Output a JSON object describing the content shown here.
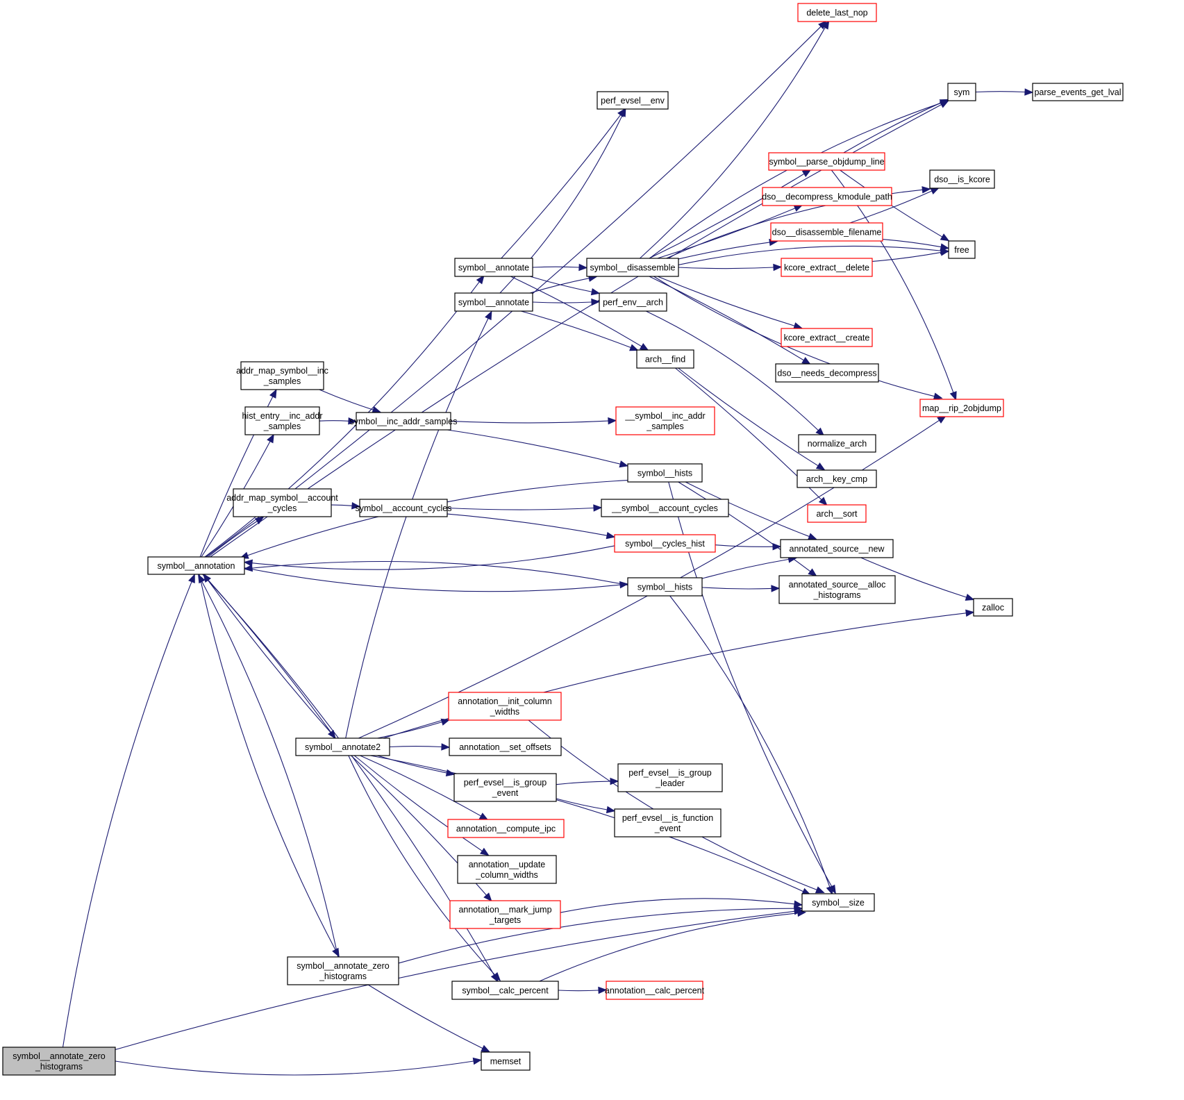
{
  "title": "Call graph: symbol__annotate_zero_histograms",
  "colors": {
    "edge": "#191970",
    "normal_border": "#000000",
    "undocumented_border": "#ff0000",
    "root_fill": "#bfbfbf"
  },
  "nodes": [
    {
      "id": "root",
      "lines": [
        "symbol__annotate_zero",
        "_histograms"
      ],
      "style": "root"
    },
    {
      "id": "symbol__annotation",
      "lines": [
        "symbol__annotation"
      ],
      "style": "normal"
    },
    {
      "id": "memset",
      "lines": [
        "memset"
      ],
      "style": "normal"
    },
    {
      "id": "symbol__size",
      "lines": [
        "symbol__size"
      ],
      "style": "normal"
    },
    {
      "id": "delete_last_nop",
      "lines": [
        "delete_last_nop"
      ],
      "style": "red"
    },
    {
      "id": "sym",
      "lines": [
        "sym"
      ],
      "style": "normal"
    },
    {
      "id": "parse_events_get_lval",
      "lines": [
        "parse_events_get_lval"
      ],
      "style": "normal"
    },
    {
      "id": "perf_evsel__env",
      "lines": [
        "perf_evsel__env"
      ],
      "style": "normal"
    },
    {
      "id": "symbol__parse_objdump_line",
      "lines": [
        "symbol__parse_objdump_line"
      ],
      "style": "red"
    },
    {
      "id": "dso__is_kcore",
      "lines": [
        "dso__is_kcore"
      ],
      "style": "normal"
    },
    {
      "id": "dso__decompress_kmodule_path",
      "lines": [
        "dso__decompress_kmodule_path"
      ],
      "style": "red"
    },
    {
      "id": "dso__disassemble_filename",
      "lines": [
        "dso__disassemble_filename"
      ],
      "style": "red"
    },
    {
      "id": "free",
      "lines": [
        "free"
      ],
      "style": "normal"
    },
    {
      "id": "symbol__annotate_a",
      "lines": [
        "symbol__annotate"
      ],
      "style": "normal"
    },
    {
      "id": "symbol__disassemble",
      "lines": [
        "symbol__disassemble"
      ],
      "style": "normal"
    },
    {
      "id": "kcore_extract__delete",
      "lines": [
        "kcore_extract__delete"
      ],
      "style": "red"
    },
    {
      "id": "symbol__annotate_b",
      "lines": [
        "symbol__annotate"
      ],
      "style": "normal"
    },
    {
      "id": "perf_env__arch",
      "lines": [
        "perf_env__arch"
      ],
      "style": "normal"
    },
    {
      "id": "kcore_extract__create",
      "lines": [
        "kcore_extract__create"
      ],
      "style": "red"
    },
    {
      "id": "arch__find",
      "lines": [
        "arch__find"
      ],
      "style": "normal"
    },
    {
      "id": "dso__needs_decompress",
      "lines": [
        "dso__needs_decompress"
      ],
      "style": "normal"
    },
    {
      "id": "addr_map_symbol__inc_samples",
      "lines": [
        "addr_map_symbol__inc",
        "_samples"
      ],
      "style": "normal"
    },
    {
      "id": "map__rip_2objdump",
      "lines": [
        "map__rip_2objdump"
      ],
      "style": "red"
    },
    {
      "id": "hist_entry__inc_addr_samples",
      "lines": [
        "hist_entry__inc_addr",
        "_samples"
      ],
      "style": "normal"
    },
    {
      "id": "symbol__inc_addr_samples",
      "lines": [
        "symbol__inc_addr_samples"
      ],
      "style": "normal"
    },
    {
      "id": "__symbol__inc_addr_samples",
      "lines": [
        "__symbol__inc_addr",
        "_samples"
      ],
      "style": "red"
    },
    {
      "id": "normalize_arch",
      "lines": [
        "normalize_arch"
      ],
      "style": "normal"
    },
    {
      "id": "symbol__hists_a",
      "lines": [
        "symbol__hists"
      ],
      "style": "normal"
    },
    {
      "id": "arch__key_cmp",
      "lines": [
        "arch__key_cmp"
      ],
      "style": "normal"
    },
    {
      "id": "addr_map_symbol__account_cycles",
      "lines": [
        "addr_map_symbol__account",
        "_cycles"
      ],
      "style": "normal"
    },
    {
      "id": "symbol__account_cycles",
      "lines": [
        "symbol__account_cycles"
      ],
      "style": "normal"
    },
    {
      "id": "__symbol__account_cycles",
      "lines": [
        "__symbol__account_cycles"
      ],
      "style": "normal"
    },
    {
      "id": "arch__sort",
      "lines": [
        "arch__sort"
      ],
      "style": "red"
    },
    {
      "id": "symbol__cycles_hist",
      "lines": [
        "symbol__cycles_hist"
      ],
      "style": "red"
    },
    {
      "id": "annotated_source__new",
      "lines": [
        "annotated_source__new"
      ],
      "style": "normal"
    },
    {
      "id": "symbol__hists_b",
      "lines": [
        "symbol__hists"
      ],
      "style": "normal"
    },
    {
      "id": "annotated_source__alloc_histograms",
      "lines": [
        "annotated_source__alloc",
        "_histograms"
      ],
      "style": "normal"
    },
    {
      "id": "zalloc",
      "lines": [
        "zalloc"
      ],
      "style": "normal"
    },
    {
      "id": "annotation__init_column_widths",
      "lines": [
        "annotation__init_column",
        "_widths"
      ],
      "style": "red"
    },
    {
      "id": "symbol__annotate2",
      "lines": [
        "symbol__annotate2"
      ],
      "style": "normal"
    },
    {
      "id": "annotation__set_offsets",
      "lines": [
        "annotation__set_offsets"
      ],
      "style": "normal"
    },
    {
      "id": "perf_evsel__is_group_event",
      "lines": [
        "perf_evsel__is_group",
        "_event"
      ],
      "style": "normal"
    },
    {
      "id": "perf_evsel__is_group_leader",
      "lines": [
        "perf_evsel__is_group",
        "_leader"
      ],
      "style": "normal"
    },
    {
      "id": "perf_evsel__is_function_event",
      "lines": [
        "perf_evsel__is_function",
        "_event"
      ],
      "style": "normal"
    },
    {
      "id": "annotation__compute_ipc",
      "lines": [
        "annotation__compute_ipc"
      ],
      "style": "red"
    },
    {
      "id": "annotation__update_column_widths",
      "lines": [
        "annotation__update",
        "_column_widths"
      ],
      "style": "normal"
    },
    {
      "id": "annotation__mark_jump_targets",
      "lines": [
        "annotation__mark_jump",
        "_targets"
      ],
      "style": "red"
    },
    {
      "id": "symbol__annotate_zero_histograms",
      "lines": [
        "symbol__annotate_zero",
        "_histograms"
      ],
      "style": "normal"
    },
    {
      "id": "symbol__calc_percent",
      "lines": [
        "symbol__calc_percent"
      ],
      "style": "normal"
    },
    {
      "id": "annotation__calc_percent",
      "lines": [
        "annotation__calc_percent"
      ],
      "style": "red"
    }
  ],
  "edges": [
    [
      "root",
      "symbol__annotation"
    ],
    [
      "root",
      "memset"
    ],
    [
      "root",
      "symbol__size"
    ],
    [
      "symbol__annotation",
      "delete_last_nop"
    ],
    [
      "symbol__annotation",
      "sym"
    ],
    [
      "symbol__annotation",
      "symbol__annotate_a"
    ],
    [
      "symbol__annotation",
      "addr_map_symbol__inc_samples"
    ],
    [
      "symbol__annotation",
      "hist_entry__inc_addr_samples"
    ],
    [
      "symbol__annotation",
      "addr_map_symbol__account_cycles"
    ],
    [
      "symbol__annotation",
      "symbol__hists_b"
    ],
    [
      "symbol__annotation",
      "symbol__annotate2"
    ],
    [
      "symbol__annotation",
      "symbol__annotate_zero_histograms"
    ],
    [
      "symbol__annotation",
      "symbol__calc_percent"
    ],
    [
      "symbol__hists_a",
      "symbol__annotation"
    ],
    [
      "symbol__cycles_hist",
      "symbol__annotation"
    ],
    [
      "symbol__hists_b",
      "symbol__annotation"
    ],
    [
      "symbol__annotate2",
      "symbol__annotation"
    ],
    [
      "symbol__annotate_zero_histograms",
      "symbol__annotation"
    ],
    [
      "sym",
      "parse_events_get_lval"
    ],
    [
      "symbol__annotate_a",
      "perf_evsel__env"
    ],
    [
      "symbol__annotate_a",
      "symbol__disassemble"
    ],
    [
      "symbol__annotate_a",
      "perf_env__arch"
    ],
    [
      "symbol__annotate_a",
      "arch__find"
    ],
    [
      "symbol__annotate_b",
      "perf_evsel__env"
    ],
    [
      "symbol__annotate_b",
      "symbol__disassemble"
    ],
    [
      "symbol__annotate_b",
      "perf_env__arch"
    ],
    [
      "symbol__annotate_b",
      "arch__find"
    ],
    [
      "symbol__disassemble",
      "delete_last_nop"
    ],
    [
      "symbol__disassemble",
      "sym"
    ],
    [
      "symbol__disassemble",
      "symbol__parse_objdump_line"
    ],
    [
      "symbol__disassemble",
      "dso__is_kcore"
    ],
    [
      "symbol__disassemble",
      "dso__decompress_kmodule_path"
    ],
    [
      "symbol__disassemble",
      "dso__disassemble_filename"
    ],
    [
      "symbol__disassemble",
      "kcore_extract__delete"
    ],
    [
      "symbol__disassemble",
      "free"
    ],
    [
      "symbol__disassemble",
      "kcore_extract__create"
    ],
    [
      "symbol__disassemble",
      "dso__needs_decompress"
    ],
    [
      "symbol__disassemble",
      "map__rip_2objdump"
    ],
    [
      "symbol__parse_objdump_line",
      "sym"
    ],
    [
      "symbol__parse_objdump_line",
      "free"
    ],
    [
      "symbol__parse_objdump_line",
      "map__rip_2objdump"
    ],
    [
      "dso__disassemble_filename",
      "dso__is_kcore"
    ],
    [
      "dso__disassemble_filename",
      "free"
    ],
    [
      "kcore_extract__delete",
      "free"
    ],
    [
      "perf_env__arch",
      "normalize_arch"
    ],
    [
      "arch__find",
      "arch__key_cmp"
    ],
    [
      "arch__find",
      "arch__sort"
    ],
    [
      "addr_map_symbol__inc_samples",
      "symbol__inc_addr_samples"
    ],
    [
      "hist_entry__inc_addr_samples",
      "symbol__inc_addr_samples"
    ],
    [
      "symbol__inc_addr_samples",
      "__symbol__inc_addr_samples"
    ],
    [
      "symbol__inc_addr_samples",
      "symbol__hists_a"
    ],
    [
      "symbol__hists_a",
      "annotated_source__new"
    ],
    [
      "symbol__hists_a",
      "annotated_source__alloc_histograms"
    ],
    [
      "symbol__hists_a",
      "symbol__size"
    ],
    [
      "addr_map_symbol__account_cycles",
      "symbol__account_cycles"
    ],
    [
      "symbol__account_cycles",
      "__symbol__account_cycles"
    ],
    [
      "symbol__account_cycles",
      "symbol__cycles_hist"
    ],
    [
      "symbol__cycles_hist",
      "annotated_source__new"
    ],
    [
      "symbol__hists_b",
      "annotated_source__new"
    ],
    [
      "symbol__hists_b",
      "annotated_source__alloc_histograms"
    ],
    [
      "symbol__hists_b",
      "symbol__size"
    ],
    [
      "annotated_source__new",
      "zalloc"
    ],
    [
      "symbol__annotate2",
      "symbol__annotate_b"
    ],
    [
      "symbol__annotate2",
      "map__rip_2objdump"
    ],
    [
      "symbol__annotate2",
      "zalloc"
    ],
    [
      "symbol__annotate2",
      "annotation__init_column_widths"
    ],
    [
      "symbol__annotate2",
      "annotation__set_offsets"
    ],
    [
      "symbol__annotate2",
      "perf_evsel__is_group_event"
    ],
    [
      "symbol__annotate2",
      "annotation__compute_ipc"
    ],
    [
      "symbol__annotate2",
      "annotation__update_column_widths"
    ],
    [
      "symbol__annotate2",
      "annotation__mark_jump_targets"
    ],
    [
      "symbol__annotate2",
      "symbol__calc_percent"
    ],
    [
      "symbol__annotate2",
      "symbol__size"
    ],
    [
      "annotation__init_column_widths",
      "symbol__size"
    ],
    [
      "perf_evsel__is_group_event",
      "perf_evsel__is_group_leader"
    ],
    [
      "perf_evsel__is_group_event",
      "perf_evsel__is_function_event"
    ],
    [
      "annotation__mark_jump_targets",
      "symbol__size"
    ],
    [
      "symbol__annotate_zero_histograms",
      "memset"
    ],
    [
      "symbol__annotate_zero_histograms",
      "symbol__size"
    ],
    [
      "symbol__calc_percent",
      "annotation__calc_percent"
    ],
    [
      "symbol__calc_percent",
      "symbol__size"
    ]
  ]
}
